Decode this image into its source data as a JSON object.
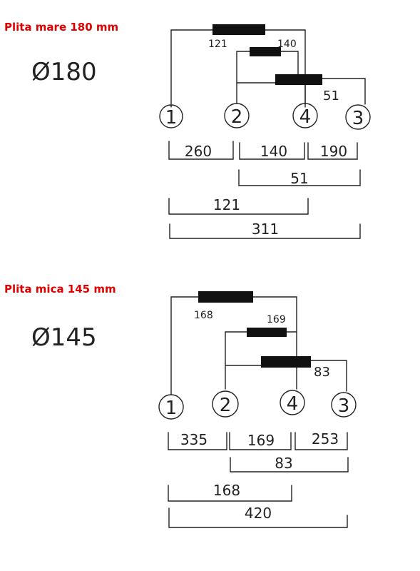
{
  "sections": [
    {
      "title": "Plita mare 180 mm",
      "diameter": "Ø180",
      "resistors": [
        "121",
        "140",
        "51"
      ],
      "terminals": [
        "1",
        "2",
        "4",
        "3"
      ],
      "segments": [
        "260",
        "140",
        "190"
      ],
      "spans": [
        "51",
        "121",
        "311"
      ]
    },
    {
      "title": "Plita mica 145 mm",
      "diameter": "Ø145",
      "resistors": [
        "168",
        "169",
        "83"
      ],
      "terminals": [
        "1",
        "2",
        "4",
        "3"
      ],
      "segments": [
        "335",
        "169",
        "253"
      ],
      "spans": [
        "83",
        "168",
        "420"
      ]
    }
  ]
}
